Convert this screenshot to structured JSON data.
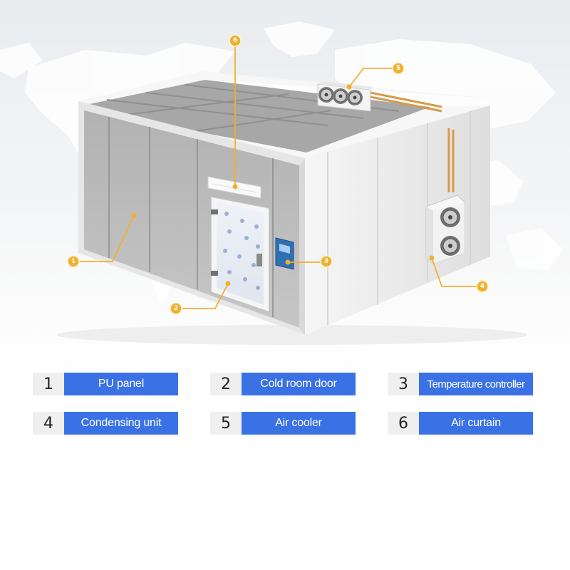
{
  "colors": {
    "accent_blue": "#3a72e6",
    "callout_orange": "#f0b030",
    "panel_gray": "#b8b8b8",
    "roof_gray": "#a9a9a9"
  },
  "icons": [
    "fan-icon",
    "controller-screen-icon",
    "door-hinge-icon",
    "world-map-background"
  ],
  "callouts": [
    {
      "number": "1",
      "target": "pu-panel"
    },
    {
      "number": "2",
      "target": "cold-room-door"
    },
    {
      "number": "3",
      "target": "temperature-controller"
    },
    {
      "number": "4",
      "target": "condensing-unit"
    },
    {
      "number": "5",
      "target": "air-cooler"
    },
    {
      "number": "6",
      "target": "air-curtain"
    }
  ],
  "legend": [
    {
      "number": "1",
      "label": "PU panel"
    },
    {
      "number": "2",
      "label": "Cold room door"
    },
    {
      "number": "3",
      "label": "Temperature controller"
    },
    {
      "number": "4",
      "label": "Condensing unit"
    },
    {
      "number": "5",
      "label": "Air cooler"
    },
    {
      "number": "6",
      "label": "Air curtain"
    }
  ]
}
